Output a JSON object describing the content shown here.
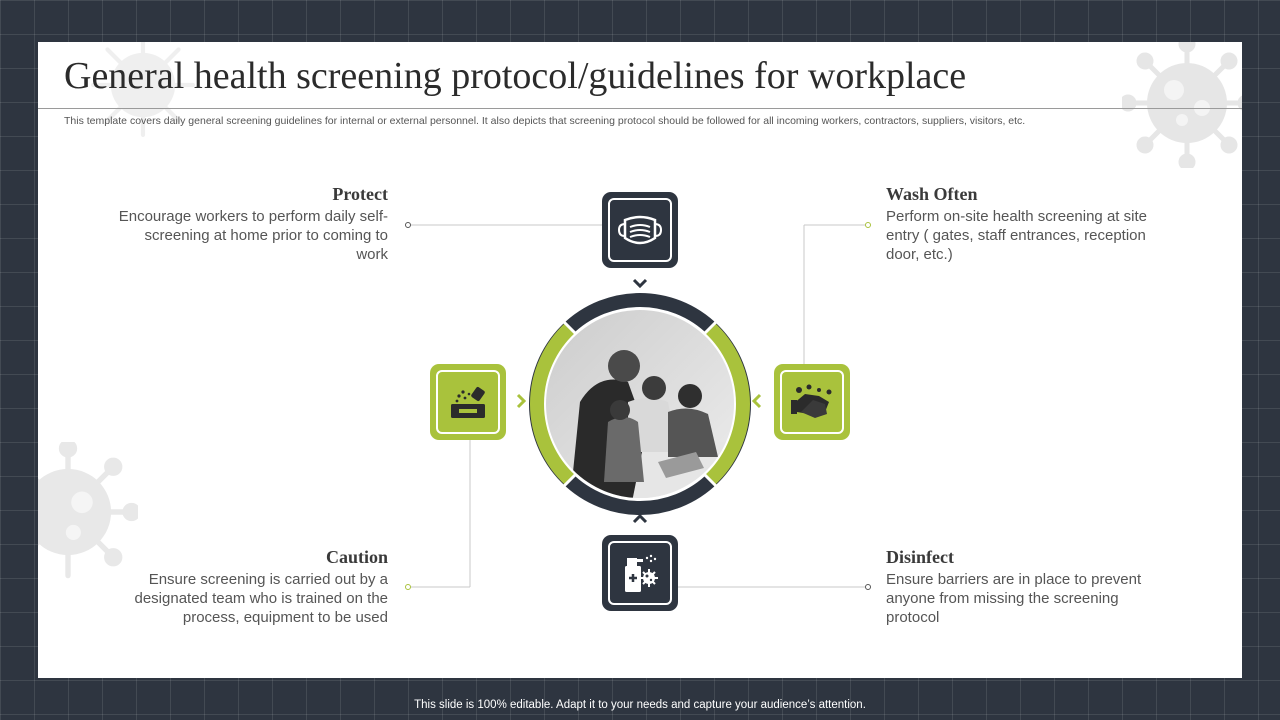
{
  "slide": {
    "title": "General health screening protocol/guidelines for workplace",
    "subtitle": "This template covers daily general screening guidelines for internal or external personnel. It also depicts that screening protocol should be followed for all incoming workers, contractors, suppliers, visitors, etc."
  },
  "blocks": {
    "protect": {
      "heading": "Protect",
      "text": "Encourage  workers to perform daily self-screening at home prior to coming to work",
      "icon": "face-mask-icon"
    },
    "wash_often": {
      "heading": "Wash Often",
      "text": "Perform  on-site health screening at site entry ( gates, staff entrances, reception door, etc.)",
      "icon": "hand-wash-icon"
    },
    "caution": {
      "heading": "Caution",
      "text": "Ensure  screening is carried out by a designated team who is trained on the process, equipment  to be used",
      "icon": "spray-box-icon"
    },
    "disinfect": {
      "heading": "Disinfect",
      "text": "Ensure barriers are in place to prevent anyone from missing the screening protocol",
      "icon": "disinfectant-spray-icon"
    }
  },
  "center": {
    "image": "team-meeting-photo"
  },
  "colors": {
    "dark": "#2e3540",
    "accent": "#a9c23c",
    "text": "#555555"
  },
  "footer": {
    "text": "This slide is 100% editable. Adapt it to your needs and capture your audience’s attention."
  }
}
